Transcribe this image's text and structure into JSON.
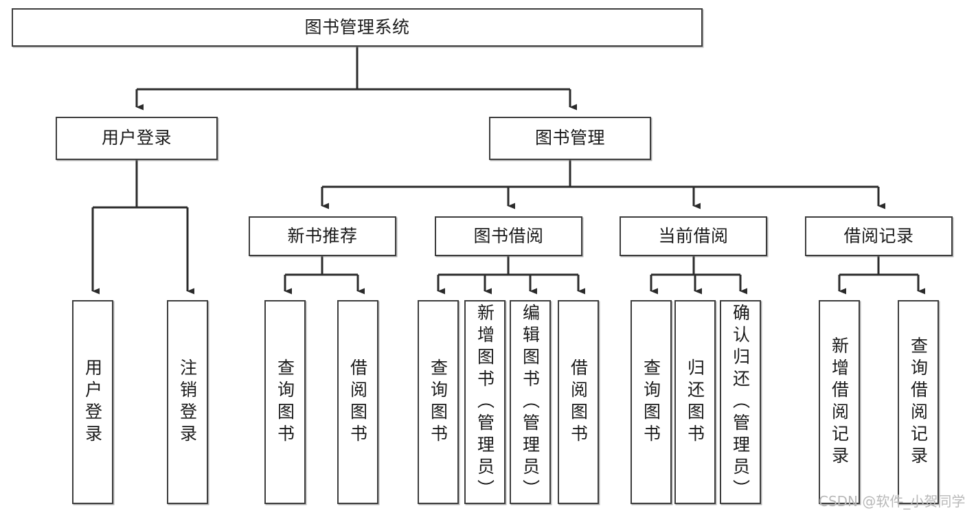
{
  "diagram": {
    "title": "图书管理系统",
    "type": "tree-hierarchy-chart",
    "colors": {
      "box_border": "#3c3c3c",
      "box_fill": "#ffffff",
      "connector": "#2b2b2b",
      "text": "#1a1a1a",
      "watermark": "#b8b8b8"
    },
    "root": {
      "label": "图书管理系统"
    },
    "level2": [
      {
        "label": "用户登录"
      },
      {
        "label": "图书管理"
      }
    ],
    "level3": [
      {
        "label": "新书推荐"
      },
      {
        "label": "图书借阅"
      },
      {
        "label": "当前借阅"
      },
      {
        "label": "借阅记录"
      }
    ],
    "leaves": {
      "user_login": [
        {
          "label": "用户登录"
        },
        {
          "label": "注销登录"
        }
      ],
      "new_book_recommend": [
        {
          "label": "查询图书"
        },
        {
          "label": "借阅图书"
        }
      ],
      "book_borrow": [
        {
          "label": "查询图书"
        },
        {
          "label": "新增图书（管理员）"
        },
        {
          "label": "编辑图书（管理员）"
        },
        {
          "label": "借阅图书"
        }
      ],
      "current_borrow": [
        {
          "label": "查询图书"
        },
        {
          "label": "归还图书"
        },
        {
          "label": "确认归还（管理员）"
        }
      ],
      "borrow_record": [
        {
          "label": "新增借阅记录"
        },
        {
          "label": "查询借阅记录"
        }
      ]
    }
  },
  "watermark": {
    "text": "CSDN @软件_小贺同学"
  }
}
